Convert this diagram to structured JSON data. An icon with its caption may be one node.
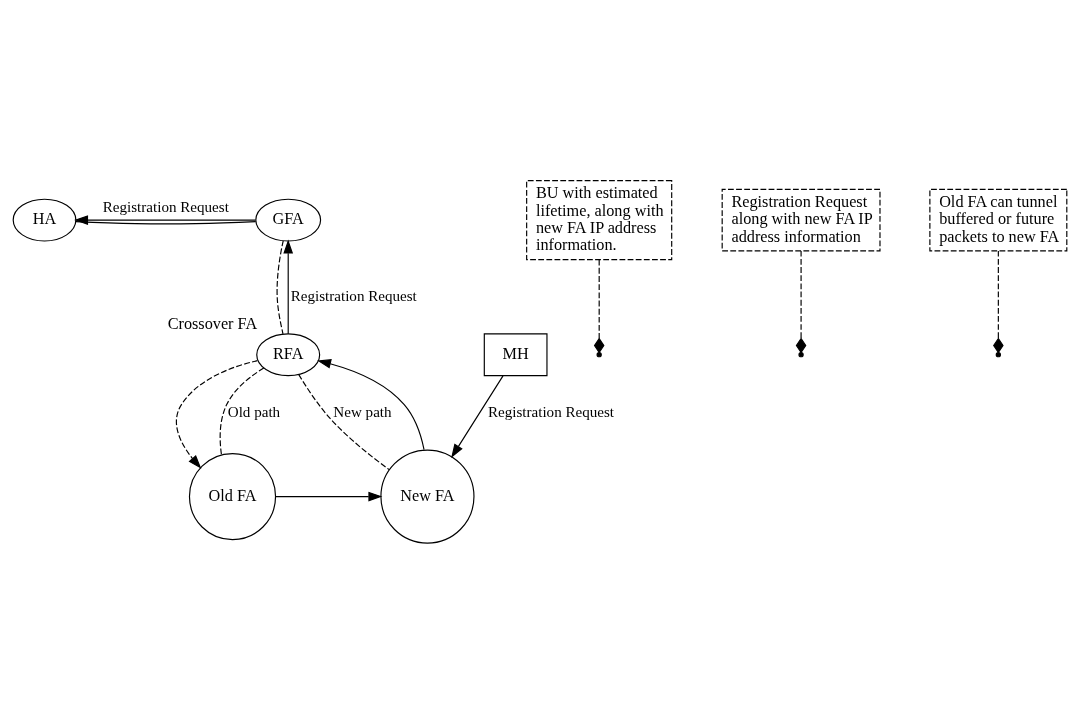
{
  "diagram": {
    "nodes": [
      {
        "text": [
          "HA"
        ]
      },
      {
        "text": [
          "GFA"
        ]
      },
      {
        "text": [
          "RFA"
        ],
        "beside": [
          "Crossover FA"
        ]
      },
      {
        "text": [
          "BU with estimated lifetime, along with new FA IP address information."
        ]
      },
      {
        "text": [
          "Registration Request along with new FA IP address information"
        ]
      },
      {
        "text": [
          "Old FA"
        ]
      },
      {
        "text": [
          "New FA"
        ]
      },
      {
        "text": [
          "MH"
        ]
      },
      {
        "text": [
          "Old FA can tunnel buffered or future packets to new FA"
        ]
      }
    ],
    "edges": [
      {
        "from": 1,
        "to": 0,
        "arrow": "to",
        "label": "Registration Request"
      },
      {
        "from": 0,
        "to": 1,
        "arrow": "none"
      },
      {
        "from": 2,
        "to": 1,
        "arrow": "to",
        "label": "Registration Request"
      },
      {
        "from": 1,
        "to": 2,
        "arrow": "none",
        "style": "dashed"
      },
      {
        "from": 2,
        "to": 5,
        "arrow": "to",
        "style": "dashed"
      },
      {
        "from": 2,
        "to": 5,
        "arrow": "none",
        "style": "dashed",
        "label": "Old path"
      },
      {
        "from": 6,
        "to": 2,
        "arrow": "to"
      },
      {
        "from": 2,
        "to": 6,
        "arrow": "none",
        "style": "dashed",
        "label": "New path"
      },
      {
        "from": 5,
        "to": 6,
        "arrow": "to"
      },
      {
        "from": 7,
        "to": 6,
        "arrow": "to",
        "label": "Registration Request"
      },
      {
        "from": 3,
        "to": null,
        "arrow": "other",
        "style": "dashed"
      },
      {
        "from": 4,
        "to": null,
        "arrow": "other",
        "style": "dashed"
      },
      {
        "from": 8,
        "to": null,
        "arrow": "other",
        "style": "dashed"
      }
    ]
  }
}
